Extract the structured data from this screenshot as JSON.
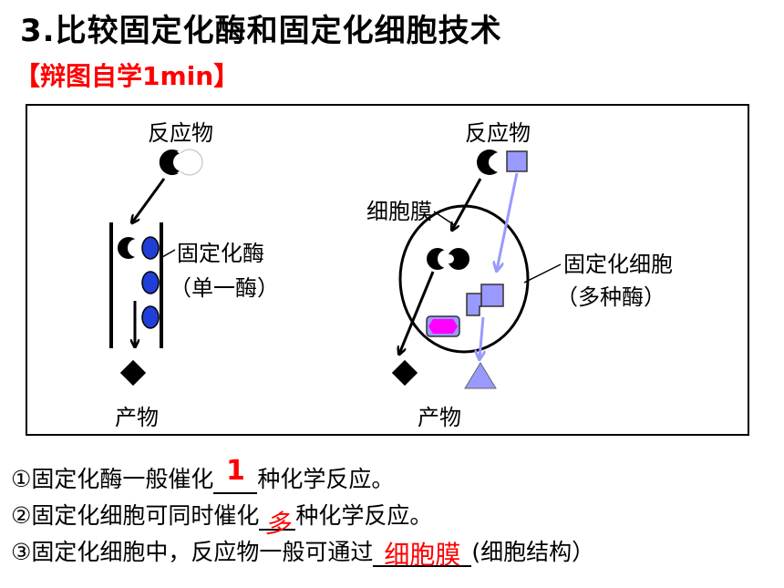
{
  "title": "3.比较固定化酶和固定化细胞技术",
  "subtitle": "【辩图自学1min】",
  "diagram": {
    "left": {
      "reactant": "反应物",
      "enzyme_label": "固定化酶",
      "enzyme_sub": "（单一酶）",
      "product": "产物"
    },
    "right": {
      "reactant": "反应物",
      "membrane": "细胞膜",
      "cell_label": "固定化细胞",
      "cell_sub": "（多种酶）",
      "product": "产物"
    }
  },
  "questions": {
    "q1_pre": "①固定化酶一般催化",
    "q1_ans": "1",
    "q1_post": "种化学反应。",
    "q2_pre": "②固定化细胞可同时催化",
    "q2_ans": "多",
    "q2_post": "种化学反应。",
    "q3_pre": "③固定化细胞中，反应物一般可通过",
    "q3_ans": "细胞膜",
    "q3_post": "(细胞结构）"
  },
  "colors": {
    "title": "#000000",
    "accent": "#ff0000",
    "pathway": "#9999ff",
    "magenta": "#ff00ff",
    "enzyme_blue": "#1f3fd6"
  }
}
